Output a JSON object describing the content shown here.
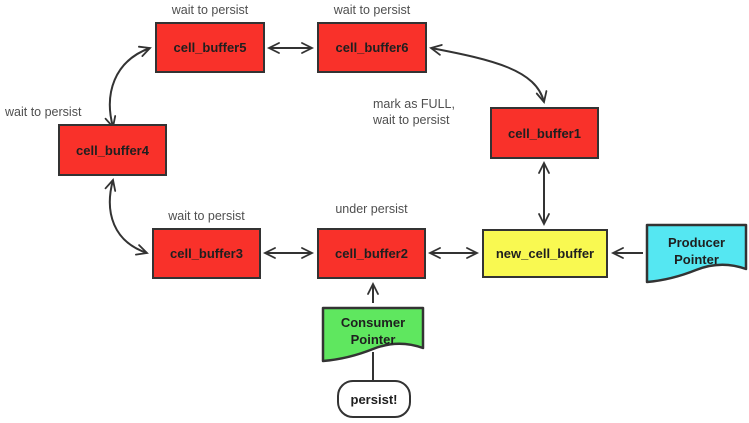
{
  "diagram": {
    "kind": "ring-buffer flow diagram",
    "nodes": {
      "buffer1": {
        "label": "cell_buffer1"
      },
      "buffer2": {
        "label": "cell_buffer2"
      },
      "buffer3": {
        "label": "cell_buffer3"
      },
      "buffer4": {
        "label": "cell_buffer4"
      },
      "buffer5": {
        "label": "cell_buffer5"
      },
      "buffer6": {
        "label": "cell_buffer6"
      },
      "new_cell_buffer": {
        "label": "new_cell_buffer"
      },
      "producer_pointer": {
        "label": "Producer\nPointer"
      },
      "consumer_pointer": {
        "label": "Consumer\nPointer"
      },
      "persist": {
        "label": "persist!"
      }
    },
    "annotations": {
      "buffer5": "wait to persist",
      "buffer6": "wait to persist",
      "buffer4": "wait to persist",
      "buffer3": "wait to persist",
      "buffer2": "under persist",
      "buffer1": "mark as FULL,\nwait to persist"
    },
    "colors": {
      "buffer_fill": "#f9312a",
      "new_buffer_fill": "#f9f951",
      "producer_fill": "#55e7f2",
      "consumer_fill": "#5fe75f",
      "terminator_fill": "#ffffff",
      "stroke": "#333333",
      "node_text": "#1f1f1f",
      "annotation_text": "#4f4f4f",
      "background": "#ffffff"
    }
  }
}
